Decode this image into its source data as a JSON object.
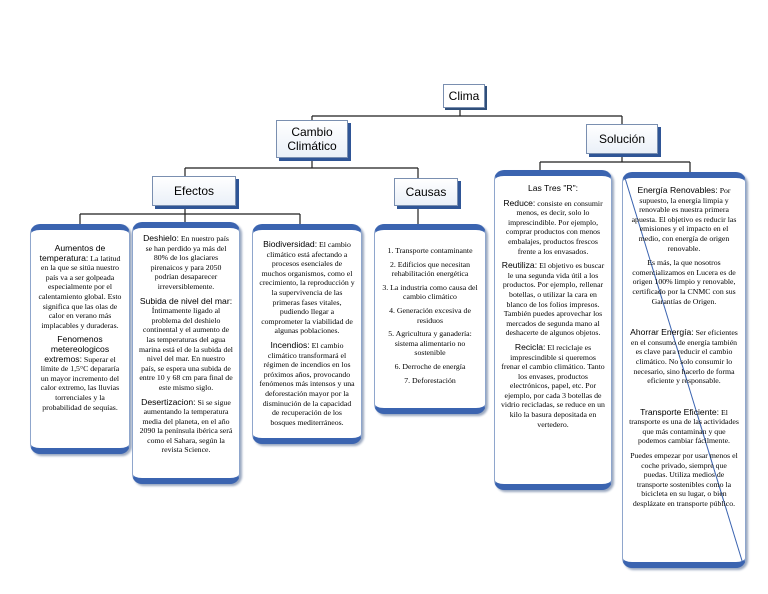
{
  "root": {
    "label": "Clima"
  },
  "cambio": {
    "label_line1": "Cambio",
    "label_line2": "Climático",
    "efectos": {
      "label": "Efectos",
      "box1": {
        "p1_title": "Aumentos de temperatura:",
        "p1_body": "La latitud en la que se sitúa nuestro país va a ser golpeada especialmente por el calentamiento global. Esto significa que las olas de calor en verano más implacables y duraderas.",
        "p2_title": "Fenomenos metereologicos extremos:",
        "p2_body": "Superar el límite de 1,5°C depararía un mayor incremento del calor extremo, las lluvias torrenciales y la probabilidad de sequías."
      },
      "box2": {
        "p1_title": "Deshielo:",
        "p1_body": "En nuestro país se han perdido ya más del 80% de los glaciares pirenaicos y para 2050 podrían desaparecer irreversiblemente.",
        "p2_title": "Subida de nivel del mar:",
        "p2_body": "Íntimamente ligado al problema del deshielo continental y el aumento de las temperaturas del agua marina está el de la subida del nivel del mar. En nuestro país, se espera una subida de entre 10 y 68 cm para final de este mismo siglo.",
        "p3_title": "Desertizacion:",
        "p3_body": "Si se sigue aumentando la temperatura media del planeta, en el año 2090 la península ibérica será como el Sahara, según la revista Science."
      },
      "box3": {
        "p1_title": "Biodiversidad:",
        "p1_body": "El cambio climático está afectando a procesos esenciales de muchos organismos, como el crecimiento, la reproducción y la supervivencia de las primeras fases vitales, pudiendo llegar a comprometer la viabilidad de algunas poblaciones.",
        "p2_title": "Incendios:",
        "p2_body": "El cambio climático transformará el régimen de incendios en los próximos años, provocando fenómenos más intensos y una deforestación mayor por la disminución de la capacidad de recuperación de los bosques mediterráneos."
      }
    },
    "causas": {
      "label": "Causas",
      "items": [
        "1. Transporte contaminante",
        "2. Edificios que necesitan rehabilitación energética",
        "3. La industria como causa del cambio climático",
        "4. Generación excesiva de residuos",
        "5. Agricultura y ganadería: sistema alimentario no sostenible",
        "6. Derroche de energía",
        "7. Deforestación"
      ]
    }
  },
  "solucion": {
    "label": "Solución",
    "box1": {
      "title": "Las Tres \"R\":",
      "reduce_title": "Reduce:",
      "reduce_body": "consiste en consumir menos, es decir, solo lo imprescindible. Por ejemplo, comprar productos con menos embalajes, productos frescos frente a los envasados.",
      "reutiliza_title": "Reutiliza:",
      "reutiliza_body": "El objetivo es buscar le una segunda vida útil a los productos. Por ejemplo, rellenar botellas, o utilizar la cara en blanco de los folios impresos. También puedes aprovechar los mercados de segunda mano al deshacerte de algunos objetos.",
      "recicla_title": "Recicla:",
      "recicla_body": "El reciclaje es imprescindible si queremos frenar el cambio climático. Tanto los envases, productos electrónicos, papel, etc. Por ejemplo, por cada 3 botellas de vidrio recicladas, se reduce en un kilo la basura depositada en vertedero."
    },
    "box2": {
      "p1_title": "Energía Renovables:",
      "p1_body": "Por supuesto, la energía limpia y renovable es nuestra primera apuesta. El objetivo es reducir las emisiones y el impacto en el medio, con energía de origen renovable.",
      "p2_body": "Es más, la que nosotros comercializamos en Lucera es de origen 100% limpio y renovable, certificado por la CNMC con sus Garantías de Origen.",
      "p3_title": "Ahorrar Energía:",
      "p3_body": "Ser eficientes en el consumo de energía también es clave para reducir el cambio climático. No solo consumir lo necesario, sino hacerlo de forma eficiente y responsable.",
      "p4_title": "Transporte Eficiente:",
      "p4_body": "El transporte es una de las actividades que más contaminan y que podemos cambiar fácilmente.",
      "p5_body": "Puedes empezar por usar menos el coche privado, siempre que puedas. Utiliza medios de transporte sostenibles como la bicicleta en su lugar, o bien desplázate en transporte público."
    }
  },
  "colors": {
    "accent": "#3b64b0",
    "shadow": "#2f5596",
    "connector": "#1f1f1f"
  }
}
